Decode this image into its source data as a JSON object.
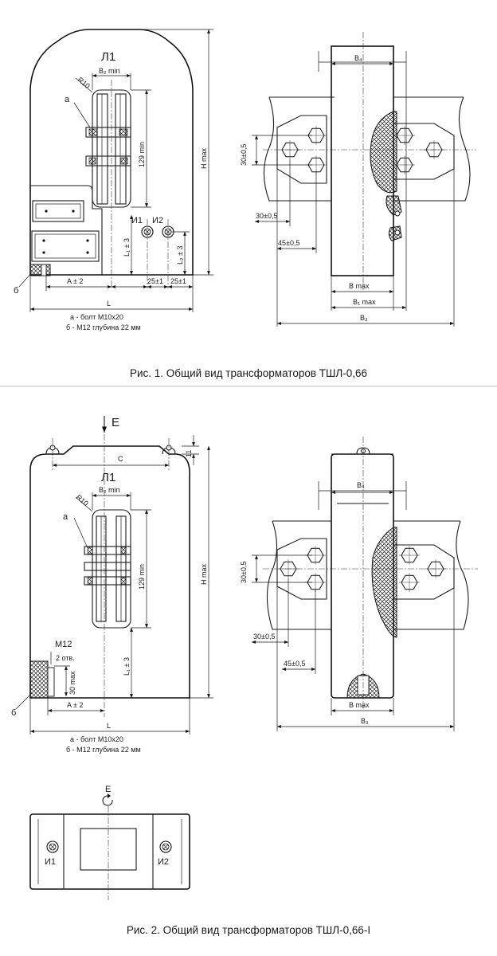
{
  "figure1": {
    "caption": "Рис. 1. Общий вид трансформаторов ТШЛ-0,66",
    "view_left": {
      "terminal_label": "Л1",
      "radius_label": "R10",
      "b2_label": "B₂ min",
      "callout_a": "а",
      "callout_b": "б",
      "dim_129": "129 min",
      "h_max": "H max",
      "i1": "И1",
      "i2": "И2",
      "l1": "L₁ ± 3",
      "l2": "L₂ ± 3",
      "a_dim": "A ± 2",
      "d25_1": "25±1",
      "d25_2": "25±1",
      "l_dim": "L",
      "note_a": "а - болт М10х20",
      "note_b": "б - М12 глубина 22 мм"
    },
    "view_right": {
      "b4": "B₄",
      "d30_vert": "30±0,5",
      "d30_horiz": "30±0,5",
      "d45": "45±0,5",
      "b_max": "B max",
      "b1_max": "B₁ max",
      "b3": "B₃"
    }
  },
  "figure2": {
    "caption": "Рис. 2. Общий вид трансформаторов ТШЛ-0,66-I",
    "view_left": {
      "arrow_e": "E",
      "c_dim": "C",
      "d11": "11",
      "terminal_label": "Л1",
      "radius_label": "R10",
      "b2_label": "B₂ min",
      "callout_a": "а",
      "dim_129": "129 min",
      "h_max": "H max",
      "m12": "М12",
      "holes": "2 отв.",
      "max30": "30 max",
      "l1": "L₁ ± 3",
      "callout_b": "б",
      "a_dim": "A ± 2",
      "l_dim": "L",
      "note_a": "а - болт М10х20",
      "note_b": "б - М12 глубина 22 мм"
    },
    "view_right": {
      "b4": "B₄",
      "d30_vert": "30±0,5",
      "d30_horiz": "30±0,5",
      "d45": "45±0,5",
      "b_max": "B max",
      "b3": "B₃"
    },
    "view_e": {
      "label": "E",
      "i1": "И1",
      "i2": "И2"
    }
  }
}
